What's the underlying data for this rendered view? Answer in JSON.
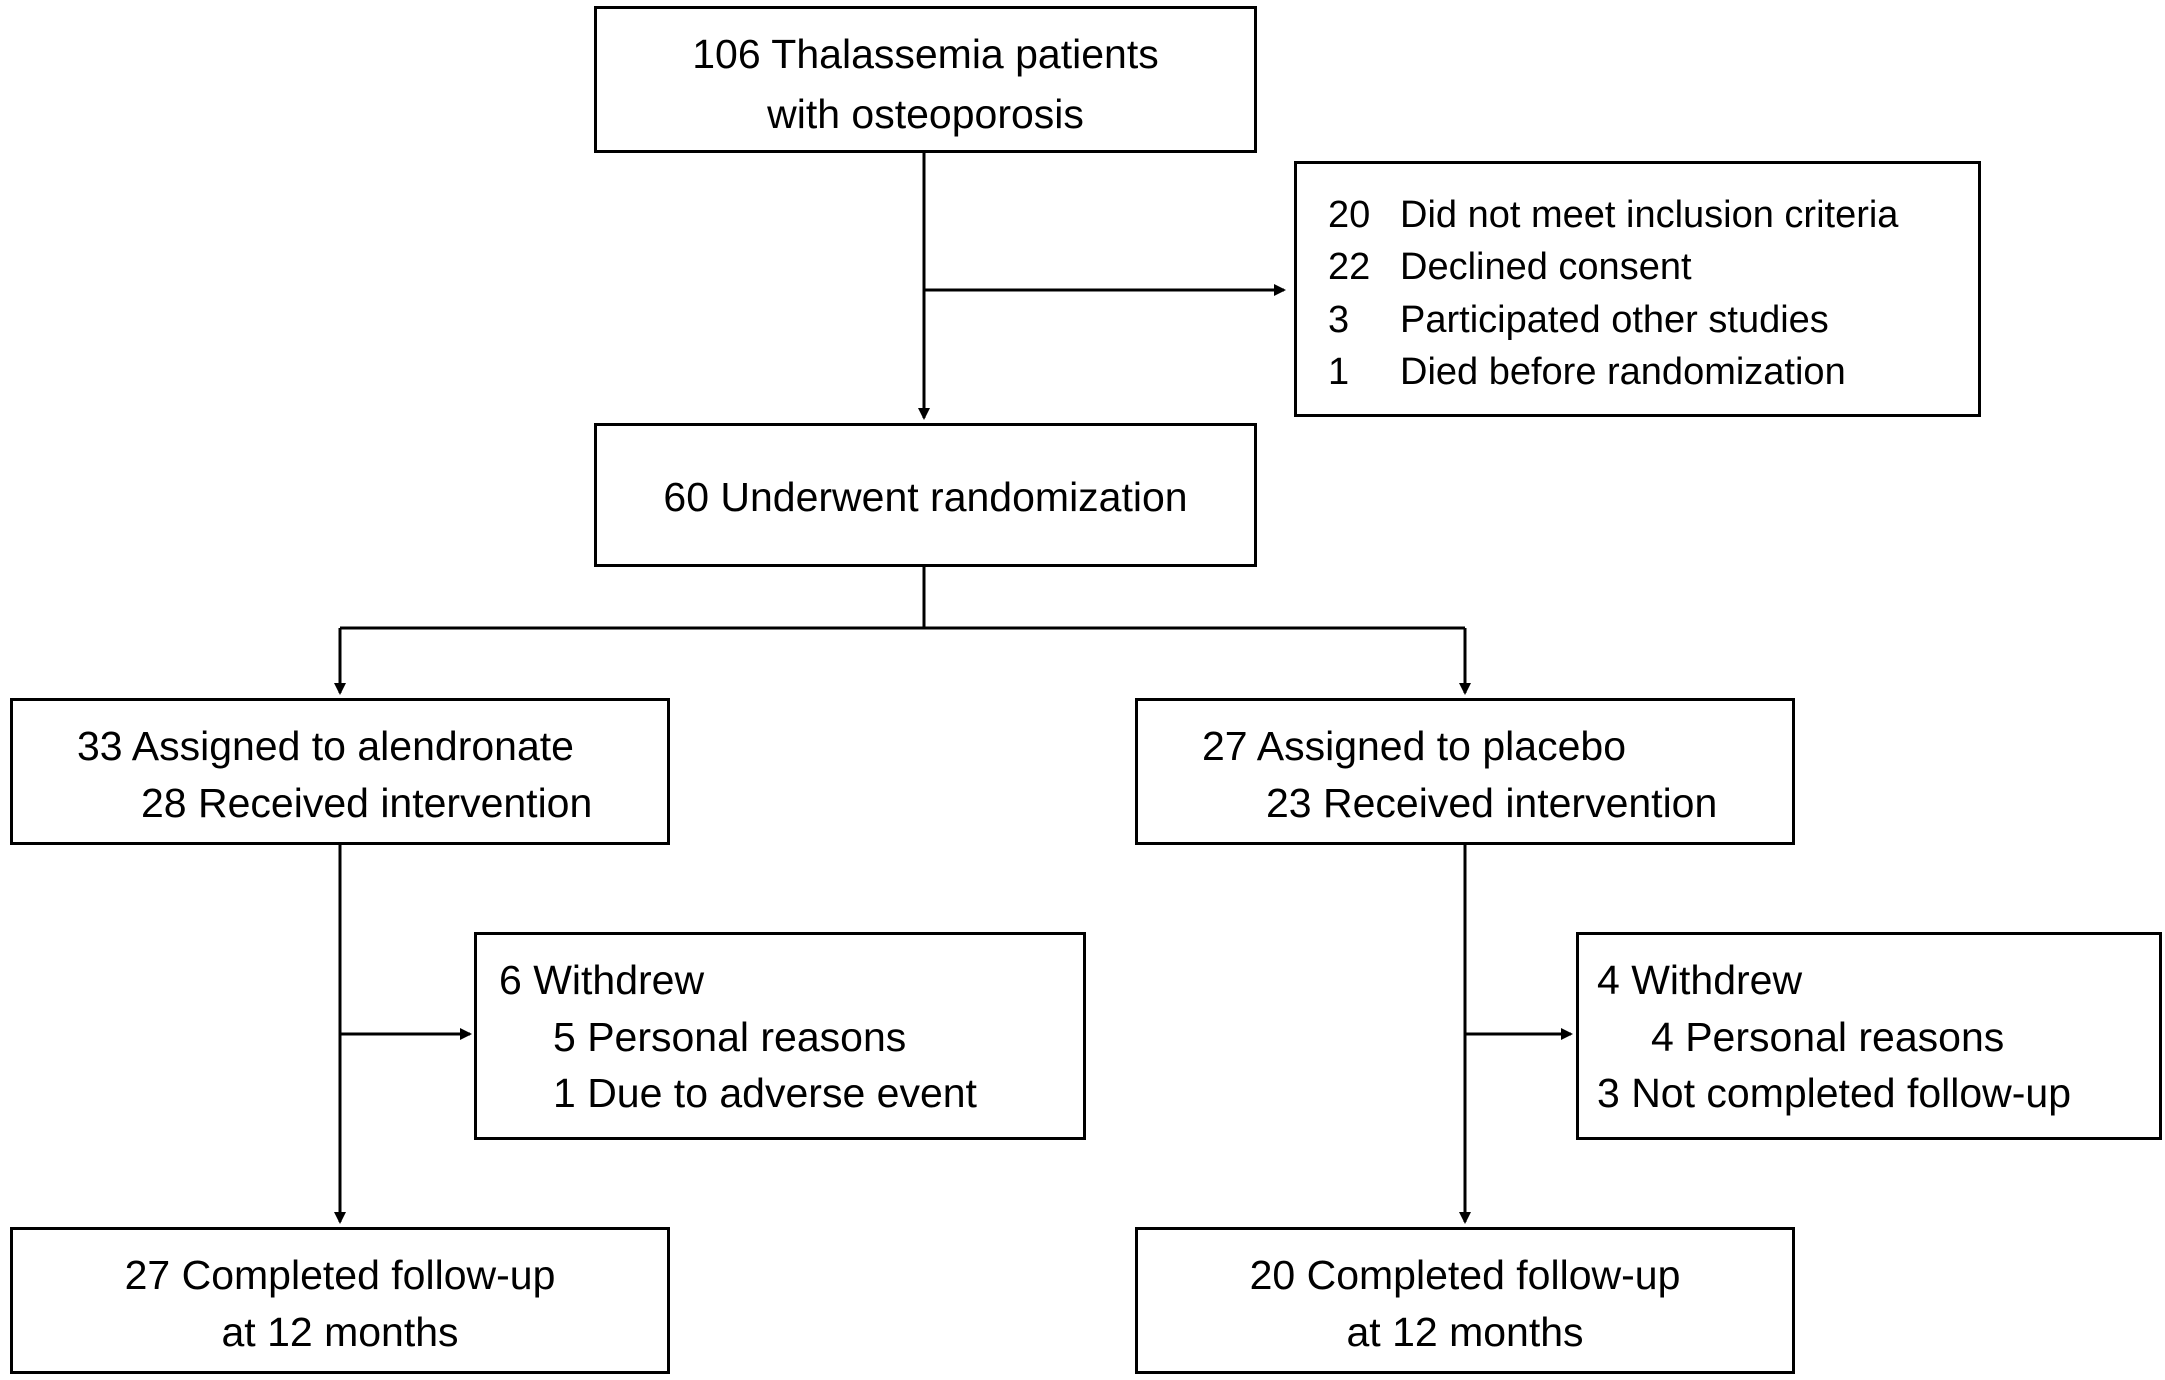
{
  "nodes": {
    "screened": {
      "lines": [
        "106 Thalassemia patients",
        "with osteoporosis"
      ]
    },
    "excluded": {
      "rows": [
        {
          "count": "20",
          "reason": "Did not meet inclusion criteria"
        },
        {
          "count": "22",
          "reason": "Declined consent"
        },
        {
          "count": "3",
          "reason": "Participated other studies"
        },
        {
          "count": "1",
          "reason": "Died before randomization"
        }
      ]
    },
    "randomized": {
      "label": "60 Underwent randomization"
    },
    "alendronate": {
      "assigned": "33 Assigned to alendronate",
      "received": "28 Received intervention"
    },
    "placebo": {
      "assigned": "27 Assigned to placebo",
      "received": "23 Received intervention"
    },
    "alendronate_withdrew": {
      "title": "6 Withdrew",
      "reasons": [
        "5 Personal reasons",
        "1 Due to adverse event"
      ]
    },
    "placebo_withdrew": {
      "title": "4 Withdrew",
      "reasons": [
        "4 Personal reasons",
        "3 Not completed follow-up"
      ]
    },
    "alendronate_completed": {
      "lines": [
        "27 Completed follow-up",
        "at 12 months"
      ]
    },
    "placebo_completed": {
      "lines": [
        "20 Completed follow-up",
        "at 12 months"
      ]
    }
  }
}
